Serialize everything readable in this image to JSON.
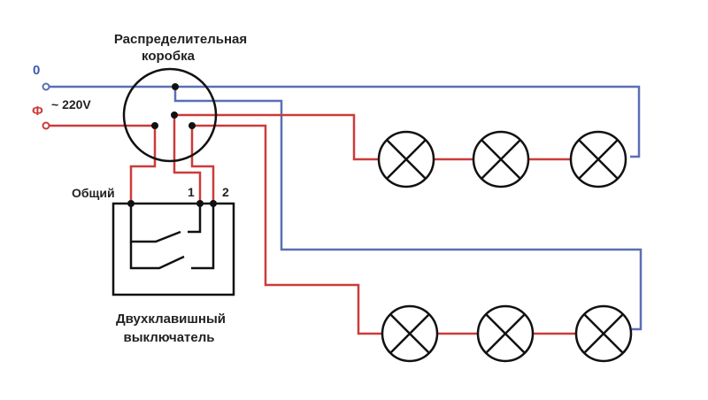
{
  "labels": {
    "box_title_line1": "Распределительная",
    "box_title_line2": "коробка",
    "neutral": "0",
    "phase": "Ф",
    "voltage": "~ 220V",
    "common": "Общий",
    "terminal1": "1",
    "terminal2": "2",
    "switch_line1": "Двухклавишный",
    "switch_line2": "выключатель"
  },
  "colors": {
    "neutral": "#5a6fb5",
    "phase": "#cc3b3b",
    "line": "#111111",
    "neutral_label": "#3b5bb0",
    "phase_label": "#cc3b3b"
  },
  "icons": {
    "lamp": "lamp-cross-icon",
    "junction_box": "junction-box-circle",
    "switch": "two-gang-switch"
  }
}
